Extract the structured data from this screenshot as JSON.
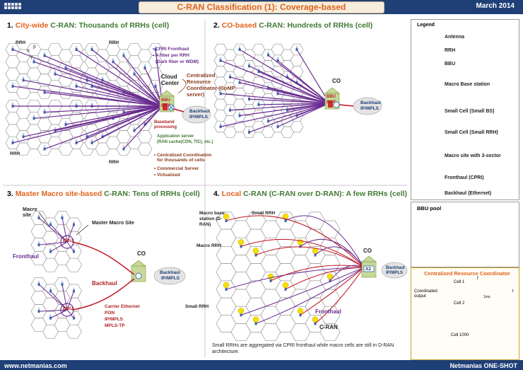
{
  "header": {
    "title": "C-RAN Classification (1): Coverage-based",
    "date": "March 2014"
  },
  "footer": {
    "website": "www.netmanias.com",
    "brand": "Netmanias ONE-SHOT"
  },
  "section1": {
    "num": "1.",
    "highlight": "City-wide",
    "rest": "C-RAN: Thousands of RRHs (cell)",
    "rrh": "RRH",
    "alpha": "α",
    "beta": "β",
    "gamma": "γ",
    "cpri_list": [
      "CPRI Fronthaul",
      "A fiber per RRH",
      "(Dark fiber or WDM)"
    ],
    "cloud_center": "Cloud Center",
    "crc": "Centralized Resource Coordinator (CoMP server)",
    "bbu_pool": "BBU pool",
    "baseband": "Baseband processing",
    "backhaul": "Backhaul",
    "ipmpls": "IP/MPLS",
    "app_server": "Application server",
    "app_server_detail": "(RAN cache(CDN, TIC), etc.)",
    "bullets": [
      "Centralized Coordination for thousands of cells",
      "Commercial Server",
      "Virtualized"
    ]
  },
  "section2": {
    "num": "2.",
    "highlight": "CO-based",
    "rest": "C-RAN: Hundreds of RRHs (cell)",
    "co": "CO",
    "bbu_pool": "BBU pool",
    "backhaul": "Backhaul",
    "ipmpls": "IP/MPLS"
  },
  "section3": {
    "num": "3.",
    "highlight": "Master Macro site-based",
    "rest": "C-RAN: Tens of RRHs (cell)",
    "macro_site": "Macro site",
    "master_macro": "Master Macro Site",
    "bbu": "BBU",
    "fronthaul": "Fronthaul",
    "co": "CO",
    "backhaul_cloud": "Backhaul",
    "ipmpls": "IP/MPLS",
    "backhaul": "Backhaul",
    "bh_types": [
      "Carrier Ethernet",
      "PON",
      "IP/MPLS",
      "MPLS-TP"
    ]
  },
  "section4": {
    "num": "4.",
    "highlight": "Local",
    "rest": "C-RAN (C-RAN over D-RAN): A few RRHs (cell)",
    "macro_bs": "Macro base station (D-RAN)",
    "small_rrh_top": "Small RRH",
    "macro_rrh": "Macro RRH",
    "small_rrh_left": "Small RRH",
    "co": "CO",
    "x2": "X2",
    "backhaul": "Backhaul",
    "ipmpls": "IP/MPLS",
    "fronthaul": "Fronthaul",
    "cran": "C-RAN",
    "note": "Small RRHs are aggregated via CPRI fronthaul while macro cells are still in D-RAN architecture."
  },
  "legend": {
    "title": "Legend",
    "items": [
      "Antenna",
      "RRH",
      "BBU",
      "Macro Base station",
      "Small Cell (Small BS)",
      "Small Cell (Small RRH)",
      "Macro site with 3-sector",
      "Fronthaul (CPRI)",
      "Backhaul (Ethernet)"
    ]
  },
  "pool": {
    "title": "BBU pool"
  },
  "crc": {
    "title": "Centralized Resource Coordinator",
    "coordinated_output": "Coordinated output",
    "cells": [
      "Cell 1",
      "Cell 2",
      "Cell 1000"
    ],
    "ms": "1ms",
    "f": "f",
    "t": "t"
  },
  "colors": {
    "header_blue": "#1f3f77",
    "title_orange": "#e0621d",
    "green": "#3f7a32",
    "fronthaul_purple": "#6a2c91",
    "backhaul_red": "#c0111f"
  }
}
